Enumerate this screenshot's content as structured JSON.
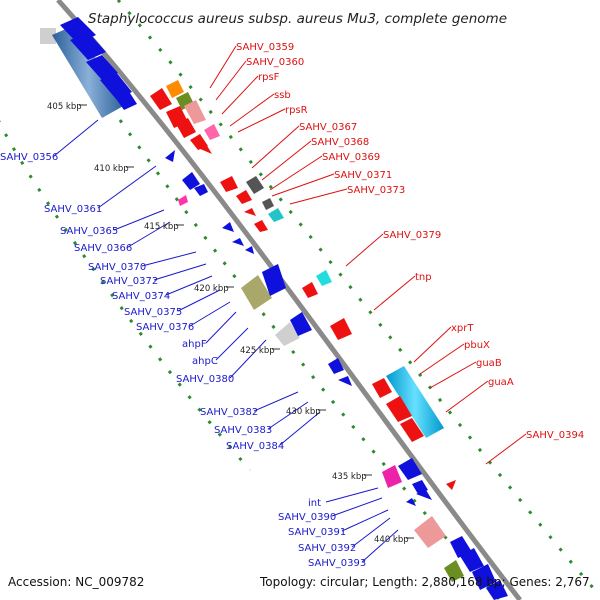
{
  "title": "Staphylococcus aureus subsp. aureus Mu3, complete genome",
  "accession": "Accession: NC_009782",
  "summary": "Topology: circular; Length: 2,880,168 bp; Genes: 2,767",
  "colors": {
    "backbone": "#8a8a8a",
    "forward_label": "#dd1111",
    "reverse_label": "#1a1acc",
    "ring_dots": "#2e8b2e"
  },
  "scale_ticks": [
    "405 kbp",
    "410 kbp",
    "415 kbp",
    "420 kbp",
    "425 kbp",
    "430 kbp",
    "435 kbp",
    "440 kbp"
  ],
  "forward_labels": [
    "SAHV_0359",
    "SAHV_0360",
    "rpsF",
    "ssb",
    "rpsR",
    "SAHV_0367",
    "SAHV_0368",
    "SAHV_0369",
    "SAHV_0371",
    "SAHV_0373",
    "SAHV_0379",
    "tnp",
    "xprT",
    "pbuX",
    "guaB",
    "guaA",
    "SAHV_0394"
  ],
  "reverse_labels": [
    "SAHV_0356",
    "SAHV_0361",
    "SAHV_0365",
    "SAHV_0366",
    "SAHV_0370",
    "SAHV_0372",
    "SAHV_0374",
    "SAHV_0375",
    "SAHV_0376",
    "ahpF",
    "ahpC",
    "SAHV_0380",
    "SAHV_0382",
    "SAHV_0383",
    "SAHV_0384",
    "int",
    "SAHV_0390",
    "SAHV_0391",
    "SAHV_0392",
    "SAHV_0393"
  ]
}
